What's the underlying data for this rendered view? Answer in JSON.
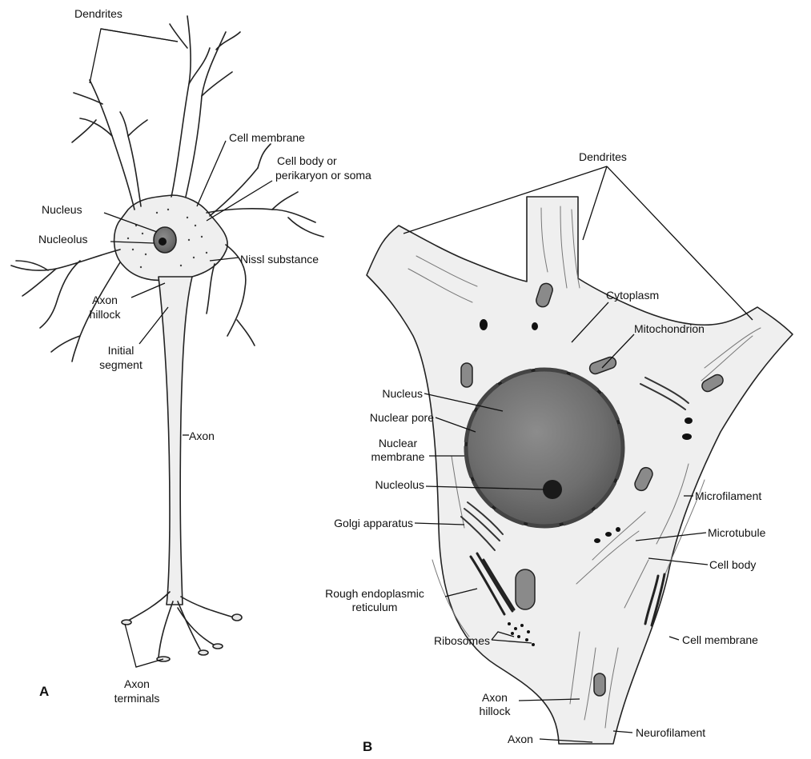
{
  "panels": {
    "a": "A",
    "b": "B"
  },
  "panel_a": {
    "dendrites": "Dendrites",
    "cell_membrane": "Cell membrane",
    "cell_body_1": "Cell body or",
    "cell_body_2": "perikaryon or soma",
    "nucleus": "Nucleus",
    "nucleolus": "Nucleolus",
    "nissl": "Nissl substance",
    "axon_hillock_1": "Axon",
    "axon_hillock_2": "hillock",
    "initial_segment_1": "Initial",
    "initial_segment_2": "segment",
    "axon": "Axon",
    "axon_terminals_1": "Axon",
    "axon_terminals_2": "terminals"
  },
  "panel_b": {
    "dendrites": "Dendrites",
    "cytoplasm": "Cytoplasm",
    "mitochondrion": "Mitochondrion",
    "nucleus": "Nucleus",
    "nuclear_pore": "Nuclear pore",
    "nuclear_membrane_1": "Nuclear",
    "nuclear_membrane_2": "membrane",
    "nucleolus": "Nucleolus",
    "golgi": "Golgi apparatus",
    "rer_1": "Rough endoplasmic",
    "rer_2": "reticulum",
    "ribosomes": "Ribosomes",
    "microfilament": "Microfilament",
    "microtubule": "Microtubule",
    "cell_body": "Cell body",
    "cell_membrane": "Cell membrane",
    "axon_hillock_1": "Axon",
    "axon_hillock_2": "hillock",
    "axon": "Axon",
    "neurofilament": "Neurofilament"
  }
}
